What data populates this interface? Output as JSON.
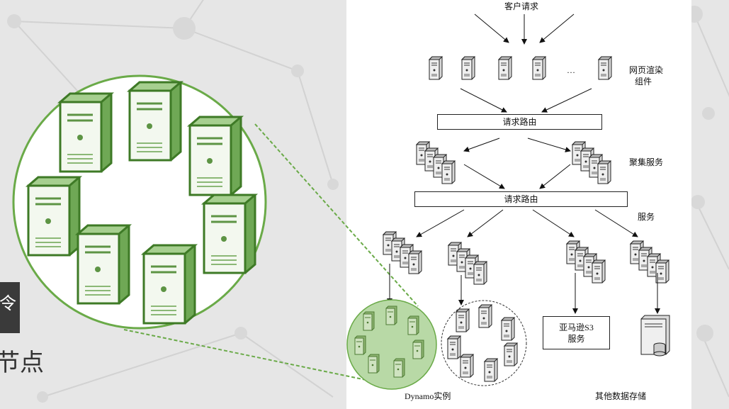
{
  "left": {
    "tag_glyph": "令",
    "caption": "节点"
  },
  "diagram": {
    "client_requests": "客户请求",
    "render_label_line1": "网页渲染",
    "render_label_line2": "组件",
    "ellipsis": "…",
    "router_top": "请求路由",
    "aggregation_label": "聚集服务",
    "router_mid": "请求路由",
    "services_label": "服务",
    "s3_line1": "亚马逊S3",
    "s3_line2": "服务",
    "dynamo_label": "Dynamo实例",
    "other_storage_label": "其他数据存储"
  },
  "colors": {
    "green_accent": "#5aa03c",
    "zoom_fill": "#b8d9a6",
    "panel_bg": "#ffffff",
    "background": "#e6e6e6"
  },
  "icons": [
    "server-icon",
    "database-icon",
    "arrow-icon"
  ]
}
